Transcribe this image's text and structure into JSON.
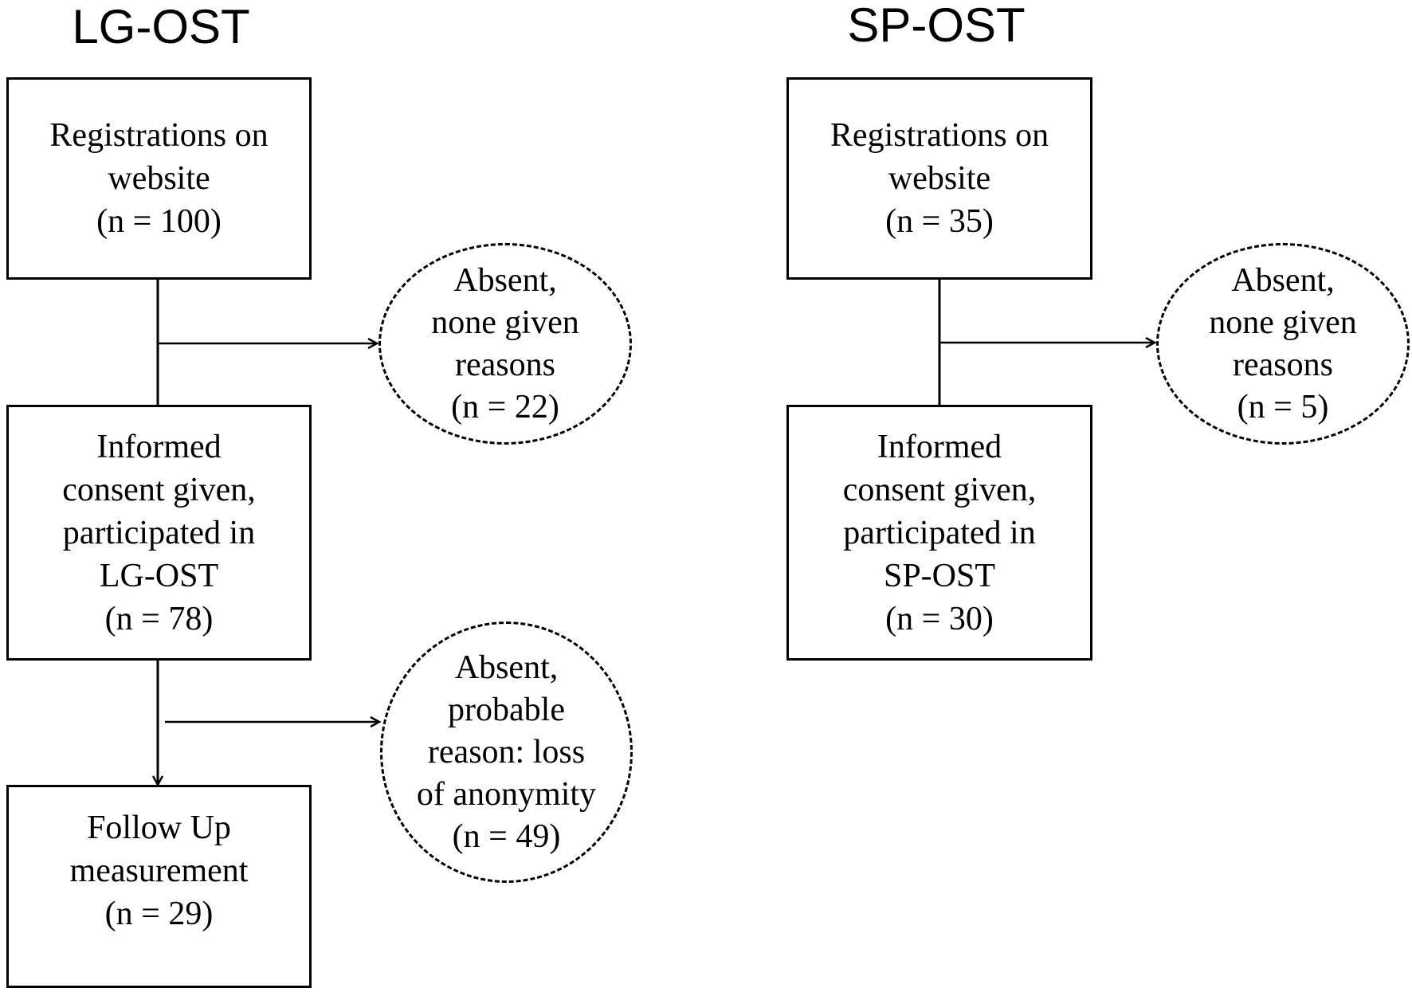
{
  "diagram": {
    "lg": {
      "heading": "LG-OST",
      "registrations": {
        "lines": [
          "Registrations on",
          "website",
          "(n = 100)"
        ]
      },
      "absent_first": {
        "lines": [
          "Absent,",
          "none given",
          "reasons",
          "(n = 22)"
        ]
      },
      "consent": {
        "lines": [
          "Informed",
          "consent given,",
          "participated in",
          "LG-OST",
          "(n = 78)"
        ]
      },
      "absent_second": {
        "lines": [
          "Absent,",
          "probable",
          "reason: loss",
          "of anonymity",
          "(n = 49)"
        ]
      },
      "followup": {
        "lines": [
          "Follow Up",
          "measurement",
          "(n = 29)"
        ]
      }
    },
    "sp": {
      "heading": "SP-OST",
      "registrations": {
        "lines": [
          "Registrations on",
          "website",
          "(n = 35)"
        ]
      },
      "absent_first": {
        "lines": [
          "Absent,",
          "none given",
          "reasons",
          "(n = 5)"
        ]
      },
      "consent": {
        "lines": [
          "Informed",
          "consent given,",
          "participated in",
          "SP-OST",
          "(n = 30)"
        ]
      }
    }
  }
}
